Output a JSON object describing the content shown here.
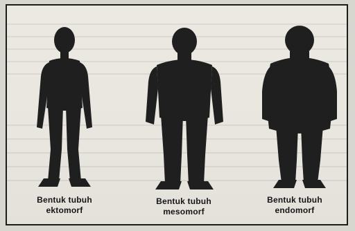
{
  "figures": [
    {
      "caption_line1": "Bentuk tubuh",
      "caption_line2": "ektomorf",
      "body_type_icon": "ectomorph-silhouette-icon",
      "fill_color": "#1f1f1f"
    },
    {
      "caption_line1": "Bentuk tubuh",
      "caption_line2": "mesomorf",
      "body_type_icon": "mesomorph-silhouette-icon",
      "fill_color": "#1f1f1f"
    },
    {
      "caption_line1": "Bentuk tubuh",
      "caption_line2": "endomorf",
      "body_type_icon": "endomorph-silhouette-icon",
      "fill_color": "#1f1f1f"
    }
  ]
}
